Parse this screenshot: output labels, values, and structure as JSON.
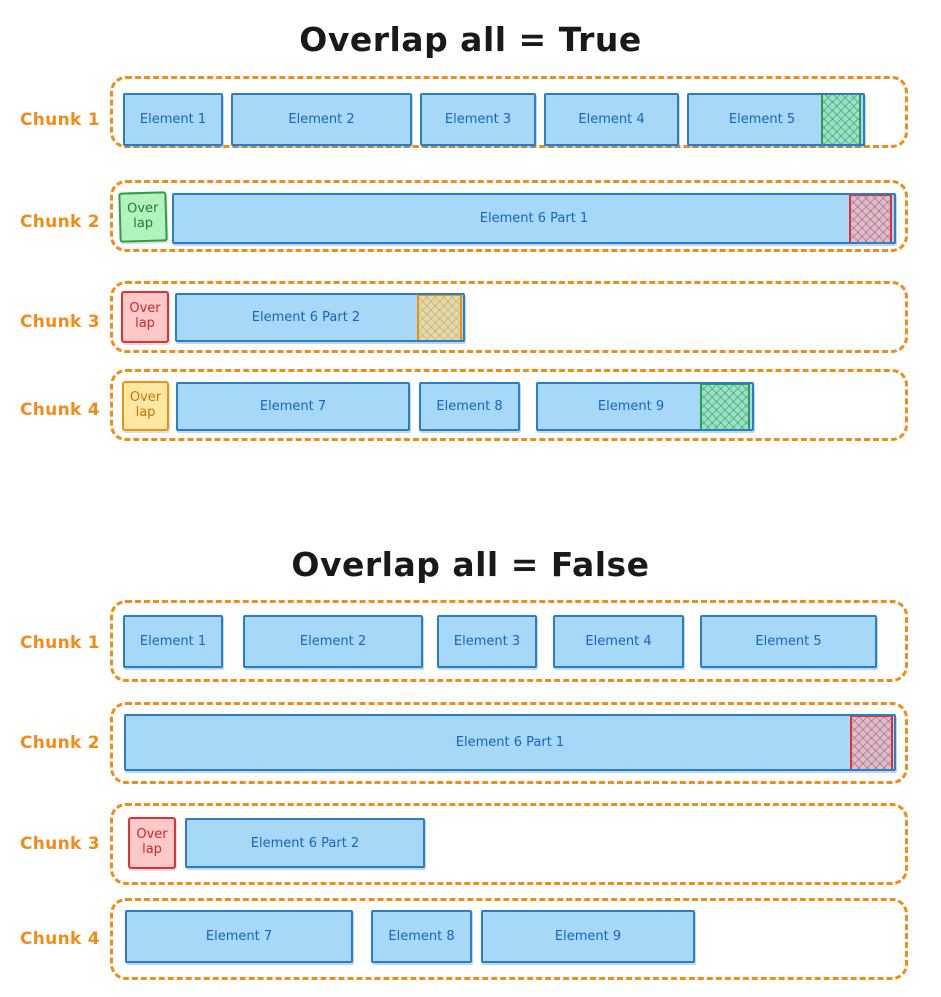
{
  "diagram": {
    "title_true": "Overlap all = True",
    "title_false": "Overlap all = False",
    "overlap_label_line1": "Over",
    "overlap_label_line2": "lap",
    "colors": {
      "accent_orange": "#f28c18",
      "element_fill": "#a8d8f7",
      "element_border": "#2a7fc4",
      "element_text": "#1565c0",
      "green": "#2f9e44",
      "red": "#e03131",
      "orange": "#f0920c",
      "title_text": "#18191a"
    },
    "sections": [
      {
        "id": "overlap-all-true",
        "title": "Overlap all = True",
        "chunks": [
          {
            "label": "Chunk 1",
            "elements": [
              {
                "text": "Element 1"
              },
              {
                "text": "Element 2"
              },
              {
                "text": "Element 3"
              },
              {
                "text": "Element 4"
              },
              {
                "text": "Element 5",
                "highlight": "green"
              }
            ],
            "overlap_chip": null
          },
          {
            "label": "Chunk 2",
            "elements": [
              {
                "text": "Element 6 Part 1",
                "highlight": "red"
              }
            ],
            "overlap_chip": "green"
          },
          {
            "label": "Chunk 3",
            "elements": [
              {
                "text": "Element 6 Part 2",
                "highlight": "orange"
              }
            ],
            "overlap_chip": "red"
          },
          {
            "label": "Chunk 4",
            "elements": [
              {
                "text": "Element 7"
              },
              {
                "text": "Element 8"
              },
              {
                "text": "Element 9",
                "highlight": "green"
              }
            ],
            "overlap_chip": "orange"
          }
        ]
      },
      {
        "id": "overlap-all-false",
        "title": "Overlap all = False",
        "chunks": [
          {
            "label": "Chunk 1",
            "elements": [
              {
                "text": "Element 1"
              },
              {
                "text": "Element 2"
              },
              {
                "text": "Element 3"
              },
              {
                "text": "Element 4"
              },
              {
                "text": "Element 5"
              }
            ],
            "overlap_chip": null
          },
          {
            "label": "Chunk 2",
            "elements": [
              {
                "text": "Element 6 Part 1",
                "highlight": "red"
              }
            ],
            "overlap_chip": null
          },
          {
            "label": "Chunk 3",
            "elements": [
              {
                "text": "Element 6 Part 2"
              }
            ],
            "overlap_chip": "red"
          },
          {
            "label": "Chunk 4",
            "elements": [
              {
                "text": "Element 7"
              },
              {
                "text": "Element 8"
              },
              {
                "text": "Element 9"
              }
            ],
            "overlap_chip": null
          }
        ]
      }
    ]
  }
}
